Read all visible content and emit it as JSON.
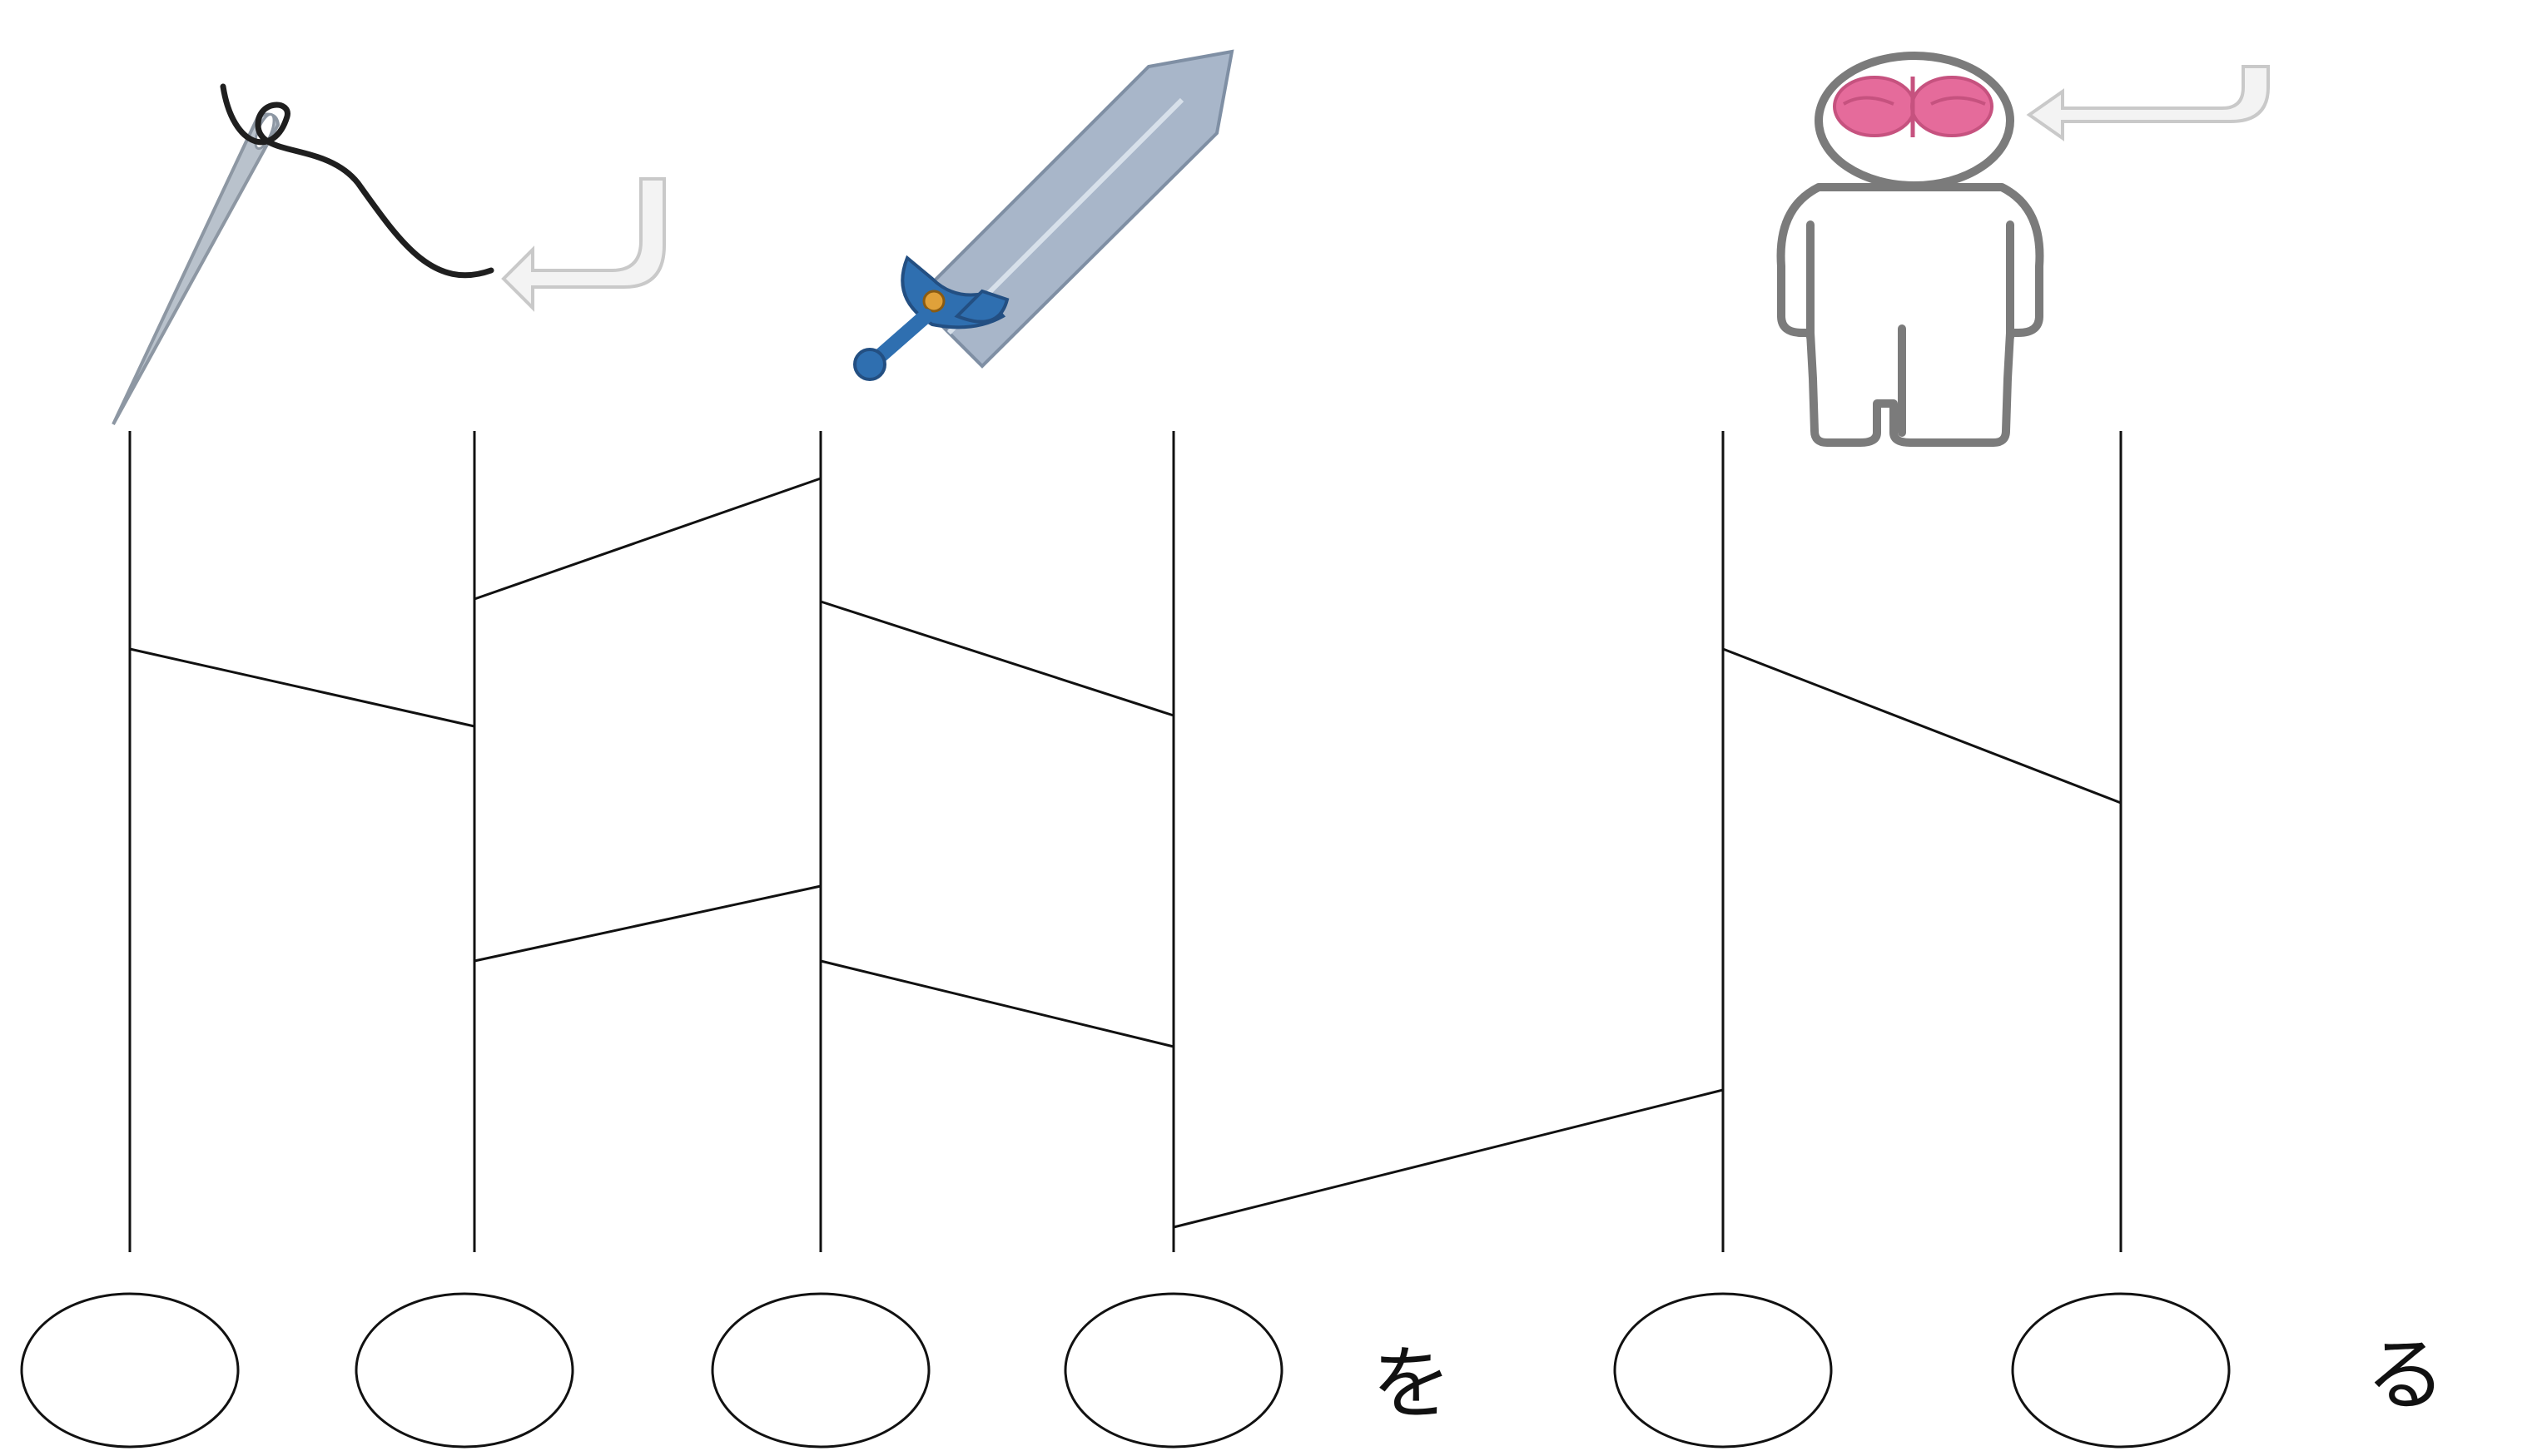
{
  "puzzle": {
    "type": "amidakuji",
    "vertical_line_count": 6,
    "hints": {
      "needle_thread": {
        "icon": "needle-and-thread-icon",
        "colors": {
          "needle": "#b9c2cc",
          "thread": "#1f1f1f"
        },
        "arrow_icon": "hook-arrow-icon",
        "arrow_target": "thread"
      },
      "sword": {
        "icon": "sword-icon",
        "colors": {
          "blade": "#9fb0c6",
          "hilt": "#2f6fb0",
          "gem": "#e0a13a"
        }
      },
      "person_brain": {
        "icon": "person-with-brain-icon",
        "colors": {
          "brain": "#e56b9b",
          "outline": "#8a8a8a"
        },
        "arrow_icon": "hook-arrow-icon",
        "arrow_target": "brain"
      }
    },
    "answer_slots": [
      {
        "label": "answer-slot-1",
        "value": ""
      },
      {
        "label": "answer-slot-2",
        "value": ""
      },
      {
        "label": "answer-slot-3",
        "value": ""
      },
      {
        "label": "answer-slot-4",
        "value": ""
      },
      {
        "label": "answer-slot-5",
        "value": ""
      },
      {
        "label": "answer-slot-6",
        "value": ""
      }
    ],
    "fixed_characters": {
      "after_slot_4": "を",
      "after_slot_6": "る"
    }
  }
}
